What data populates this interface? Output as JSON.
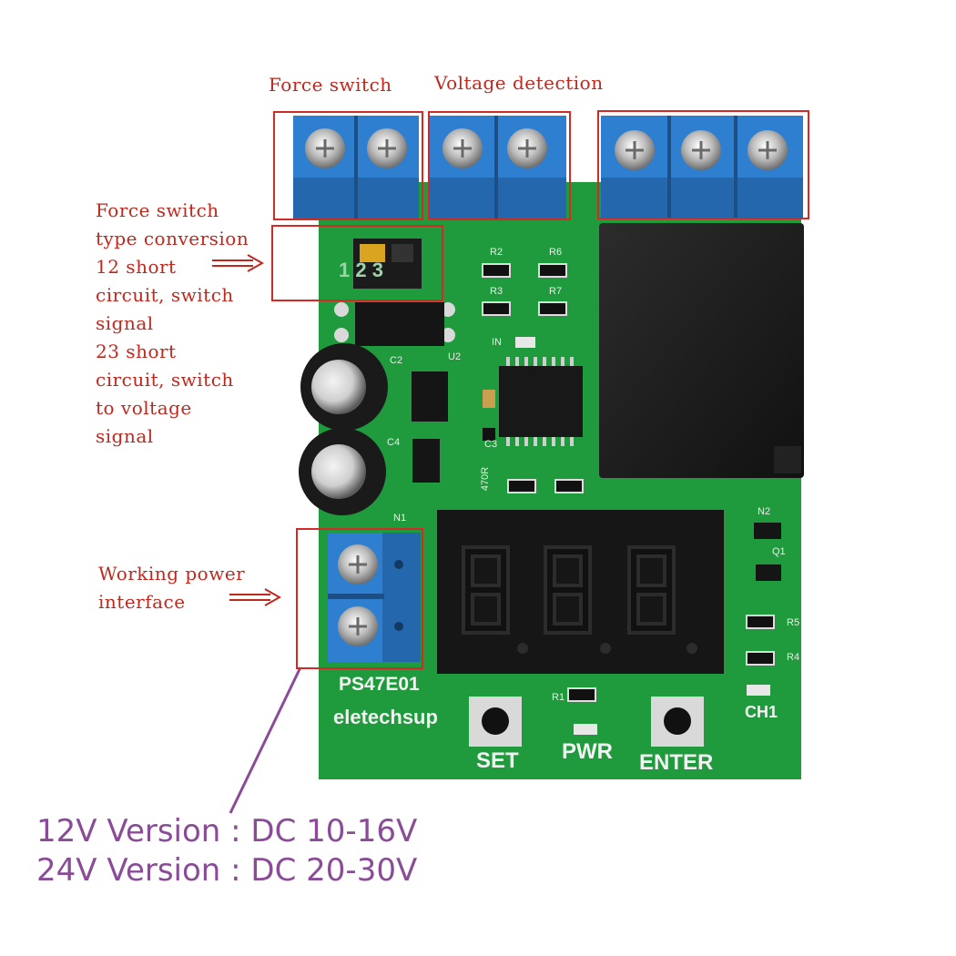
{
  "labels": {
    "force_switch": "Force switch",
    "voltage_detection": "Voltage detection",
    "conversion_lines": [
      "Force switch",
      "type conversion",
      "12 short",
      "circuit, switch",
      "signal",
      "23 short",
      "circuit, switch",
      "to voltage",
      "signal"
    ],
    "power_lines": [
      "Working power",
      "interface"
    ]
  },
  "versions": [
    "12V Version : DC 10-16V",
    "24V Version : DC 20-30V"
  ],
  "board": {
    "model": "PS47E01",
    "brand": "eletechsup",
    "buttons": {
      "set": "SET",
      "pwr": "PWR",
      "enter": "ENTER"
    },
    "channel": "CH1",
    "jumper": "1  2  3",
    "components": {
      "r1": "R1",
      "r2": "R2",
      "r3": "R3",
      "r4": "R4",
      "r5": "R5",
      "r6": "R6",
      "r7": "R7",
      "c2": "C2",
      "c3": "C3",
      "c4": "C4",
      "u2": "U2",
      "n1": "N1",
      "n2": "N2",
      "q1": "Q1",
      "in": "IN",
      "res470": "470R"
    },
    "display": "8.8.8."
  },
  "colors": {
    "pcb": "#1f9a3c",
    "terminal": "#2f7fd0",
    "annotation": "#c0281e",
    "version_text": "#8a4b97"
  }
}
